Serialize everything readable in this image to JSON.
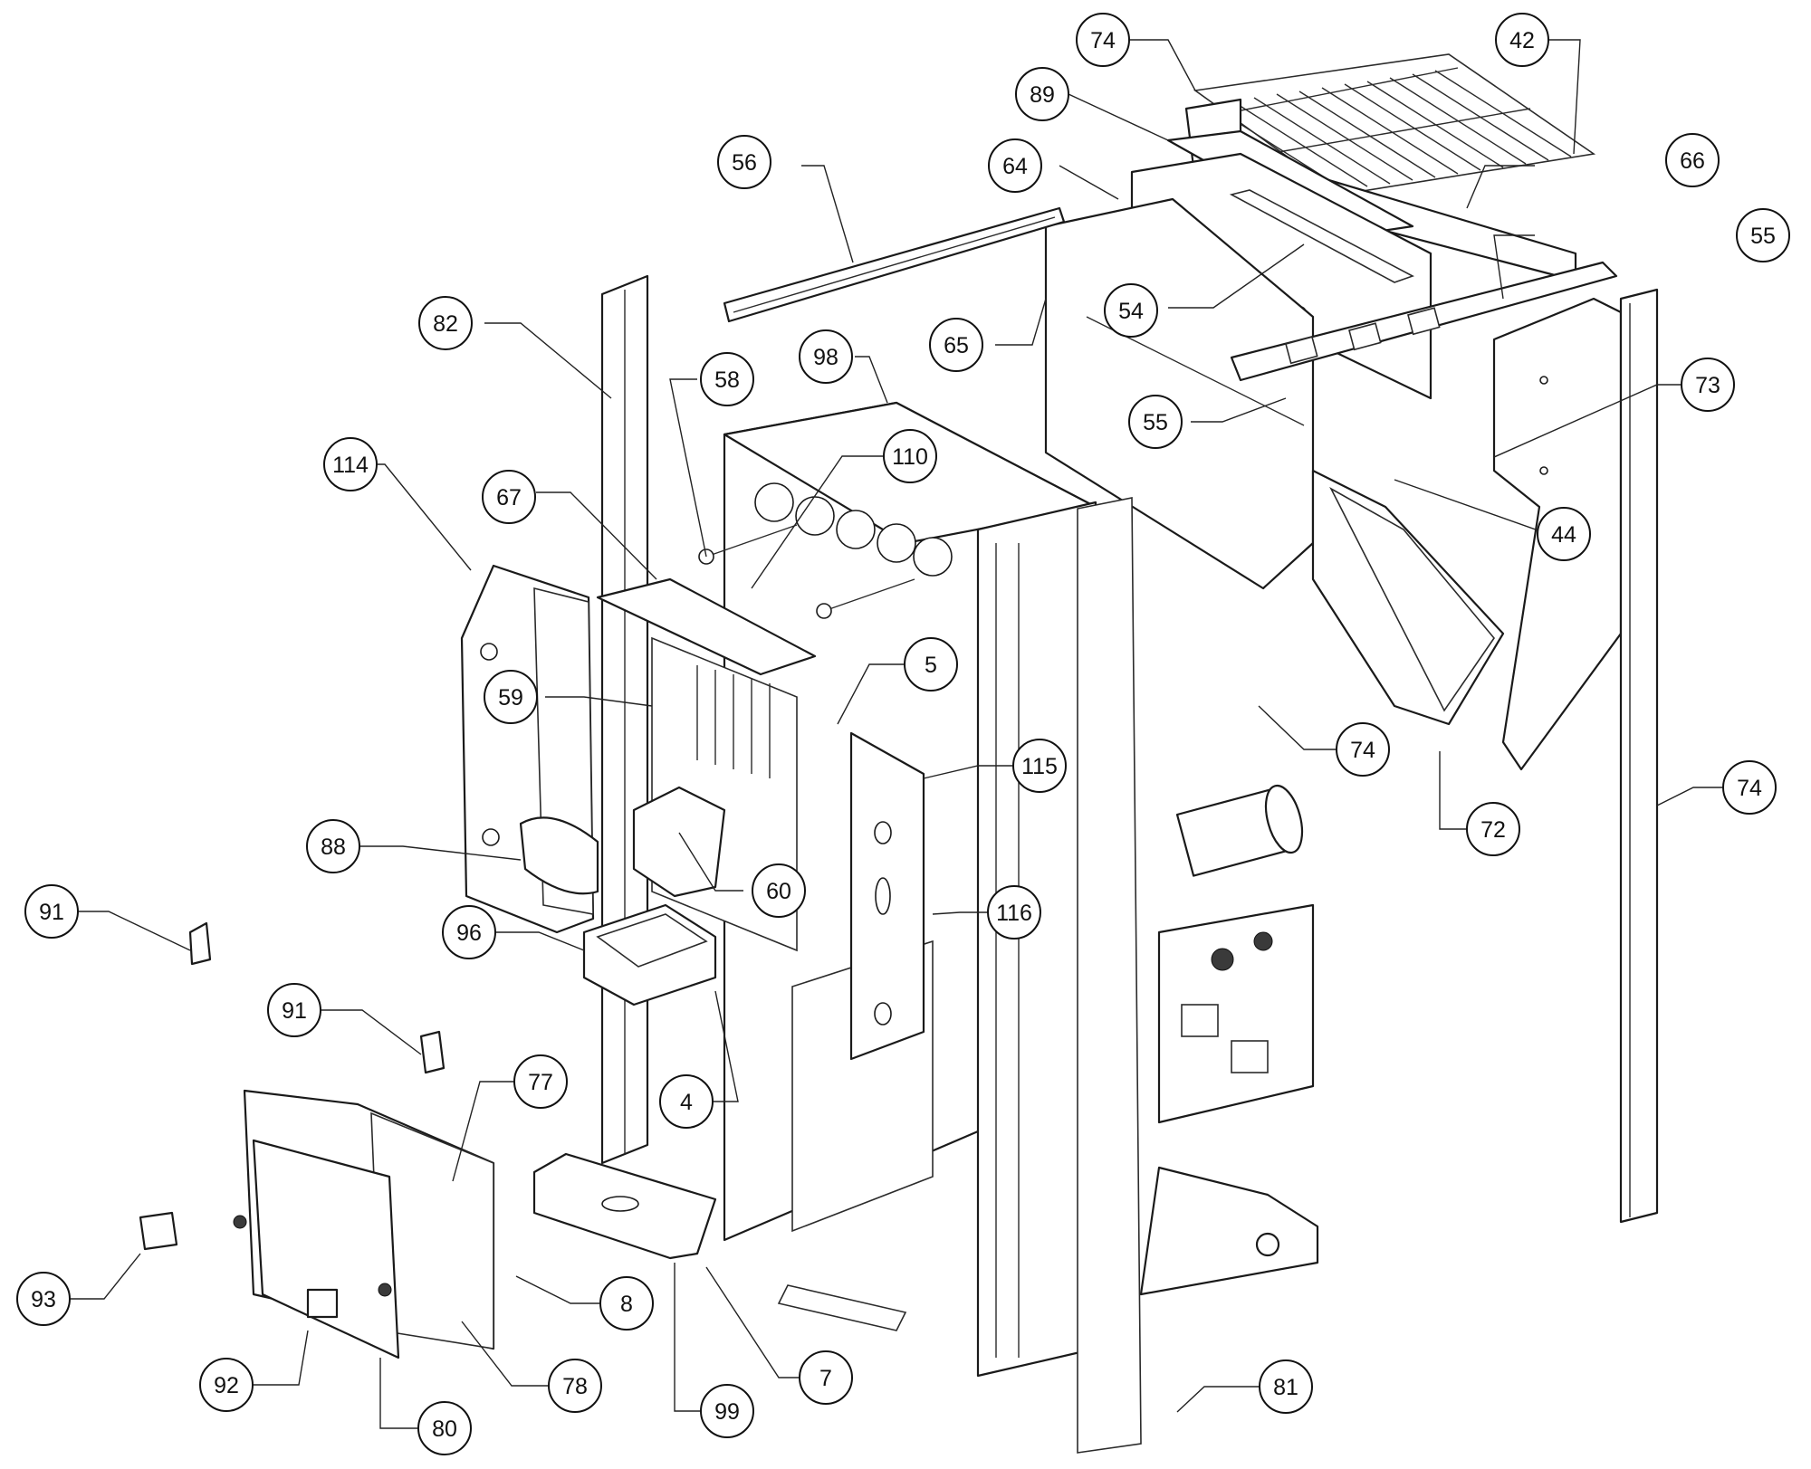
{
  "callouts": [
    {
      "id": "c74a",
      "label": "74"
    },
    {
      "id": "c42",
      "label": "42"
    },
    {
      "id": "c89",
      "label": "89"
    },
    {
      "id": "c64",
      "label": "64"
    },
    {
      "id": "c66",
      "label": "66"
    },
    {
      "id": "c56",
      "label": "56"
    },
    {
      "id": "c55a",
      "label": "55"
    },
    {
      "id": "c54",
      "label": "54"
    },
    {
      "id": "c82",
      "label": "82"
    },
    {
      "id": "c65",
      "label": "65"
    },
    {
      "id": "c98",
      "label": "98"
    },
    {
      "id": "c58",
      "label": "58"
    },
    {
      "id": "c55b",
      "label": "55"
    },
    {
      "id": "c73",
      "label": "73"
    },
    {
      "id": "c114",
      "label": "114"
    },
    {
      "id": "c110",
      "label": "110"
    },
    {
      "id": "c67",
      "label": "67"
    },
    {
      "id": "c44",
      "label": "44"
    },
    {
      "id": "c5",
      "label": "5"
    },
    {
      "id": "c59",
      "label": "59"
    },
    {
      "id": "c115",
      "label": "115"
    },
    {
      "id": "c74b",
      "label": "74"
    },
    {
      "id": "c74c",
      "label": "74"
    },
    {
      "id": "c88",
      "label": "88"
    },
    {
      "id": "c72",
      "label": "72"
    },
    {
      "id": "c60",
      "label": "60"
    },
    {
      "id": "c91a",
      "label": "91"
    },
    {
      "id": "c96",
      "label": "96"
    },
    {
      "id": "c116",
      "label": "116"
    },
    {
      "id": "c91b",
      "label": "91"
    },
    {
      "id": "c77",
      "label": "77"
    },
    {
      "id": "c4",
      "label": "4"
    },
    {
      "id": "c93",
      "label": "93"
    },
    {
      "id": "c8",
      "label": "8"
    },
    {
      "id": "c7",
      "label": "7"
    },
    {
      "id": "c92",
      "label": "92"
    },
    {
      "id": "c78",
      "label": "78"
    },
    {
      "id": "c81",
      "label": "81"
    },
    {
      "id": "c99",
      "label": "99"
    },
    {
      "id": "c80",
      "label": "80"
    }
  ]
}
